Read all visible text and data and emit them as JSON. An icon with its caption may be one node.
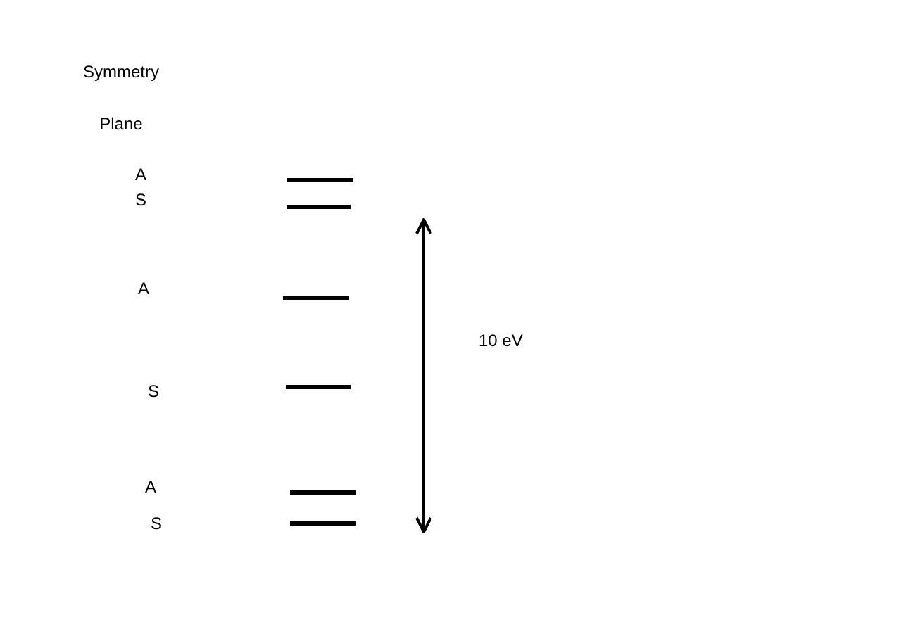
{
  "diagram": {
    "labels": [
      "Symmetry Plane",
      "A",
      "S",
      "A",
      "S",
      "A",
      "S",
      "10 eV"
    ]
  }
}
